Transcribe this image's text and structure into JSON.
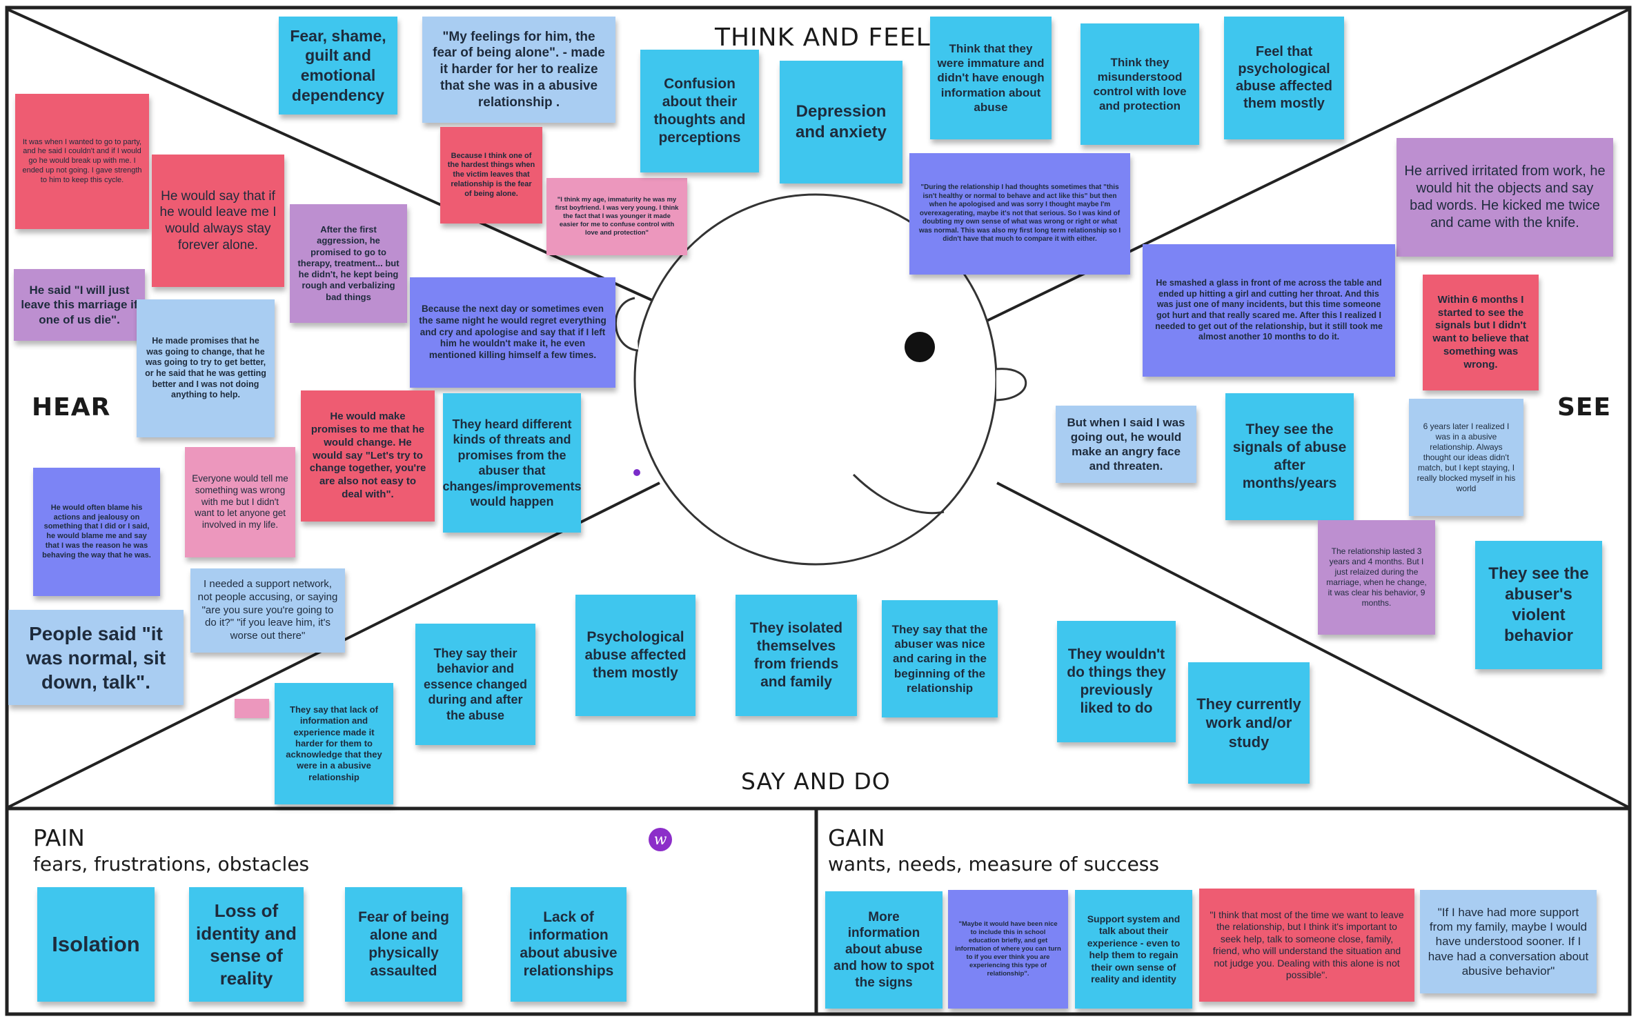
{
  "sections": {
    "think_feel": "THINK AND FEEL",
    "hear": "HEAR",
    "see": "SEE",
    "say_do": "SAY AND DO",
    "pain_title": "PAIN",
    "pain_sub": "fears, frustrations, obstacles",
    "gain_title": "GAIN",
    "gain_sub": "wants, needs, measure of success"
  },
  "colors": {
    "cyan": "#3fc6ee",
    "light_blue": "#a9cdf2",
    "violet": "#7c84f5",
    "red": "#ee5c72",
    "pink": "#ec97bd",
    "purple": "#bd8fd0"
  },
  "brand_icon": "w",
  "notes": {
    "fear_shame": "Fear, shame, guilt and emotional dependency",
    "my_feelings": "\"My feelings for him, the fear of being alone\". - made it harder for her to realize that she was in a abusive relationship .",
    "because_i_think": "Because I think one of the hardest things when the victim leaves that relationship is the fear of being alone.",
    "i_think_my_age": "\"I think my age, immaturity he was my first boyfriend. I was very young. I think the fact that I was younger it made easier for me to confuse control with love and protection\"",
    "confusion": "Confusion about their thoughts and perceptions",
    "depression": "Depression and anxiety",
    "immature": "Think that they were immature and didn't have enough information about abuse",
    "misunderstood": "Think they misunderstood control with love and protection",
    "psych_abuse_top": "Feel that psychological abuse affected them mostly",
    "during_relationship": "\"During the relationship I had thoughts sometimes that \"this isn't healthy or normal to behave and act like this\" but then when he apologised and was sorry I thought maybe I'm overexagerating, maybe it's not that serious. So I was kind of doubting my own sense of what was wrong or right or what was normal. This was also my first long term relationship so I didn't have that much to compare it with either.",
    "party": "It was when I wanted to go to party, and he said I couldn't and if I would go he would break up with me. I ended up not going. I gave strength to him to keep this cycle.",
    "always_stay": "He would say that if he would leave me I would always stay forever alone.",
    "leave_marriage": "He said \"I will just leave this marriage if one of us die\".",
    "first_aggression": "After the first aggression, he promised to go to therapy, treatment... but he didn't, he kept being rough and verbalizing bad things",
    "promises_change": "He made promises that he was going to change, that he was going to try to get better, or he said that he was getting better and I was not doing anything to help.",
    "next_day": "Because the next day or sometimes even the same night he would regret everything and cry and apologise and say that if I left him he wouldn't make it, he even mentioned killing himself a few times.",
    "would_make_promises": "He would make promises to me that he would change. He would say \"Let's try to change together, you're are also not easy to deal with\".",
    "heard_threats": "They heard different kinds of threats and promises from the abuser that changes/improvements would happen",
    "blame": "He would often blame his actions and jealousy on something that I did or I said, he would blame me and say that I was the reason he was behaving the way that he was.",
    "everyone_tell": "Everyone would tell me something was wrong with me but I didn't want to let anyone get involved in my life.",
    "support_network": "I needed a support network, not people accusing, or saying \"are you sure you're going to do it?\" \"if you leave him, it's worse out there\"",
    "people_said": "People said \"it was normal, sit down, talk\".",
    "lack_info_say": "They say that lack of information and experience made it harder for them to acknowledge that they were in a abusive relationship",
    "behavior_changed": "They say their behavior and essence changed during and after the abuse",
    "psych_abuse_say": "Psychological abuse affected them mostly",
    "isolated": "They isolated themselves from friends and family",
    "nice_caring": "They say that the abuser was nice and caring in the beginning of the relationship",
    "wouldnt_do": "They wouldn't do things they previously liked to do",
    "currently_work": "They currently work and/or study",
    "arrived_irritated": "He arrived irritated from work, he would hit the objects and say bad words. He kicked me twice and came with the knife.",
    "smashed_glass": "He smashed a glass in front of me across the table and ended up hitting a girl and cutting her throat. And this was just one of many incidents, but this time someone got hurt and that really scared me. After this I realized I needed to get out of the relationship, but it still took me almost another 10 months to do it.",
    "within_6_months": "Within 6 months I started to see the signals but I didn't want to believe that something was wrong.",
    "angry_face": "But when I said I was going out, he would make an angry face and threaten.",
    "see_signals": "They see the signals of abuse after months/years",
    "six_years": "6 years later I realized I was in a abusive relationship. Always thought our ideas didn't match, but I kept staying, I really blocked myself in his world",
    "lasted_3_years": "The relationship lasted 3 years and 4 months. But I just relaized during the marriage, when he change, it was clear his behavior, 9 months.",
    "violent_behavior": "They see the abuser's violent behavior",
    "isolation": "Isolation",
    "loss_identity": "Loss of identity and sense of reality",
    "fear_alone": "Fear of being alone and physically assaulted",
    "lack_info_pain": "Lack of information about abusive relationships",
    "more_info": "More information about abuse and how to spot the signs",
    "school_education": "\"Maybe it would have been nice to include this in school education briefly, and get information of where you can turn to if you ever think you are experiencing this type of relationship\".",
    "support_system": "Support system and talk about their experience - even to help them to regain their own sense of reality and identity",
    "most_of_time": "\"I think that most of the time we want to leave the relationship, but I think it's important to seek help, talk to someone close, family, friend, who will understand the situation and not judge you. Dealing with this alone is not possible\".",
    "more_support": "\"If I have had more support from my family, maybe I would have understood sooner. If I have had a conversation about abusive behavior\""
  }
}
